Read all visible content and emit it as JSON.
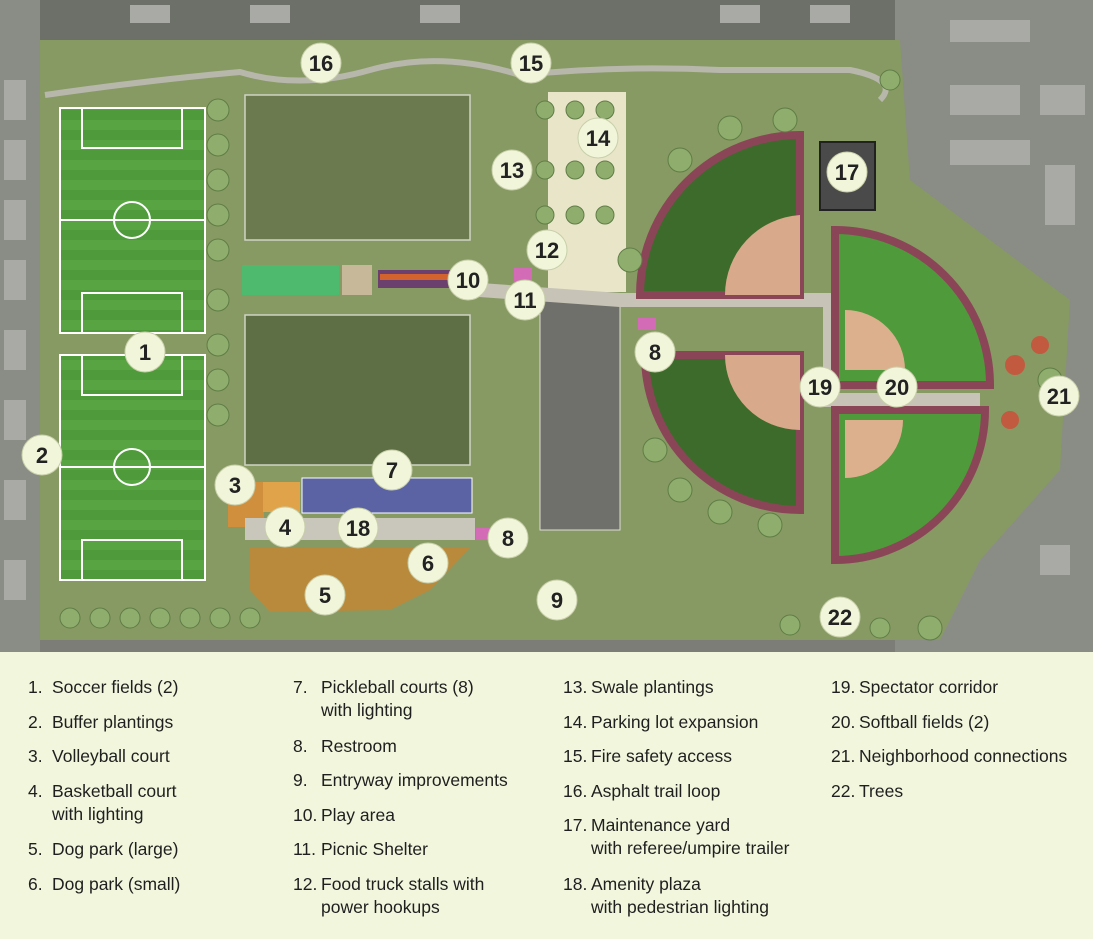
{
  "map": {
    "markers": [
      {
        "n": "1"
      },
      {
        "n": "2"
      },
      {
        "n": "3"
      },
      {
        "n": "4"
      },
      {
        "n": "5"
      },
      {
        "n": "6"
      },
      {
        "n": "7"
      },
      {
        "n": "8"
      },
      {
        "n": "8"
      },
      {
        "n": "9"
      },
      {
        "n": "10"
      },
      {
        "n": "11"
      },
      {
        "n": "12"
      },
      {
        "n": "13"
      },
      {
        "n": "14"
      },
      {
        "n": "15"
      },
      {
        "n": "16"
      },
      {
        "n": "17"
      },
      {
        "n": "18"
      },
      {
        "n": "19"
      },
      {
        "n": "20"
      },
      {
        "n": "21"
      },
      {
        "n": "22"
      }
    ]
  },
  "legend": {
    "columns": [
      [
        {
          "num": "1.",
          "text": "Soccer fields (2)"
        },
        {
          "num": "2.",
          "text": "Buffer plantings"
        },
        {
          "num": "3.",
          "text": "Volleyball court"
        },
        {
          "num": "4.",
          "text": "Basketball court\nwith lighting"
        },
        {
          "num": "5.",
          "text": "Dog park (large)"
        },
        {
          "num": "6.",
          "text": "Dog park (small)"
        }
      ],
      [
        {
          "num": "7.",
          "text": "Pickleball courts (8)\nwith lighting"
        },
        {
          "num": "8.",
          "text": "Restroom"
        },
        {
          "num": "9.",
          "text": "Entryway improvements"
        },
        {
          "num": "10.",
          "text": "Play area"
        },
        {
          "num": "11.",
          "text": "Picnic Shelter"
        },
        {
          "num": "12.",
          "text": "Food truck stalls with\npower hookups"
        }
      ],
      [
        {
          "num": "13.",
          "text": "Swale plantings"
        },
        {
          "num": "14.",
          "text": "Parking lot expansion"
        },
        {
          "num": "15.",
          "text": "Fire safety access"
        },
        {
          "num": "16.",
          "text": "Asphalt trail loop"
        },
        {
          "num": "17.",
          "text": "Maintenance yard\nwith referee/umpire trailer"
        },
        {
          "num": "18.",
          "text": "Amenity plaza\nwith pedestrian lighting"
        }
      ],
      [
        {
          "num": "19.",
          "text": "Spectator corridor"
        },
        {
          "num": "20.",
          "text": "Softball fields (2)"
        },
        {
          "num": "21.",
          "text": "Neighborhood connections"
        },
        {
          "num": "22.",
          "text": "Trees"
        }
      ]
    ]
  }
}
